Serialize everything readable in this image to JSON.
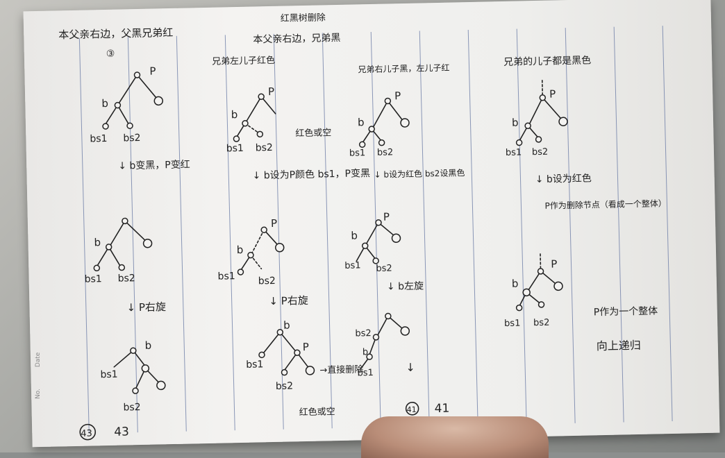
{
  "notes": {
    "header_left": "本父亲右边，父黑兄弟红",
    "header_mid_top": "红黑树删除",
    "header_mid": "本父亲右边，兄弟黑",
    "col1_tag": "③",
    "col2_title": "兄弟左儿子红色",
    "col3_title": "兄弟右儿子黑，左儿子红",
    "col4_title": "兄弟的儿子都是黑色",
    "col1_step1": "↓ b变黑，P变红",
    "col1_step2": "↓ P右旋",
    "col2_step1": "↓ b设为P颜色 bs1，P变黑",
    "col2_step2": "↓ P右旋",
    "col2_red_or_empty_1": "红色或空",
    "col2_red_or_empty_2": "红色或空",
    "col2_delete": "→直接删除",
    "col3_step1": "↓ b设为红色 bs2设黑色",
    "col3_step2": "↓ b左旋",
    "col4_step1": "↓ b设为红色",
    "col4_step2": "P作为删除节点（看成一个整体）",
    "col4_step3": "P作为一个整体",
    "col4_step4": "向上递归",
    "footer_43a": "43",
    "footer_43b": "43",
    "footer_41a": "41",
    "footer_41b": "41",
    "label_p": "P",
    "label_b": "b",
    "label_bs1": "bs1",
    "label_bs2": "bs2",
    "margin_no": "No.",
    "margin_date": "Date"
  }
}
